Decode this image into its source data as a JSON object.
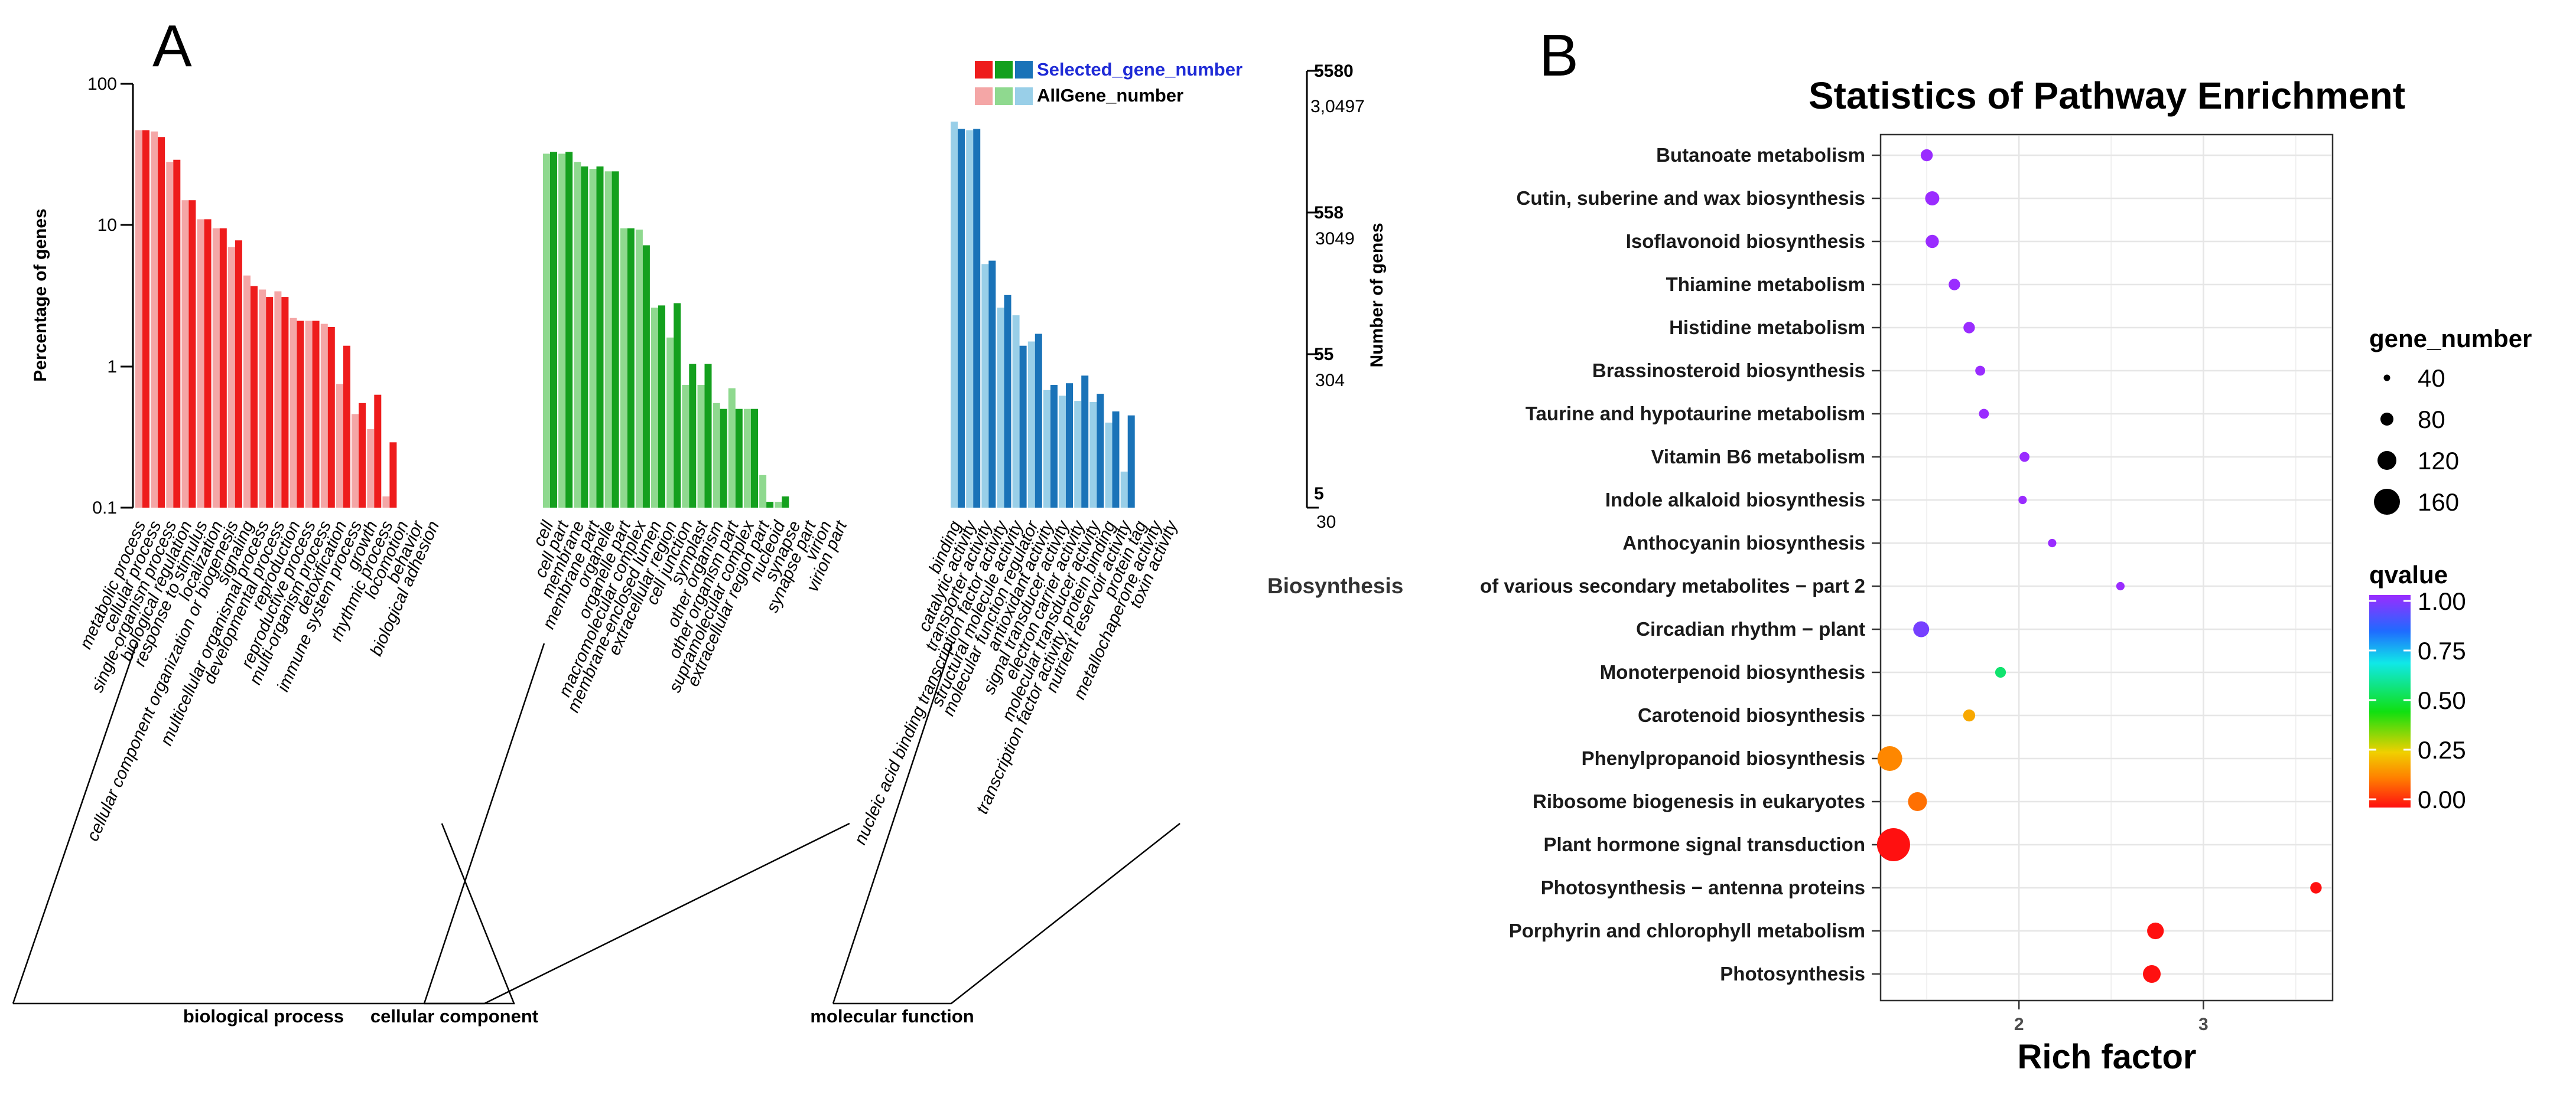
{
  "panel_a": {
    "label": "A",
    "y_left_label": "Percentage of genes",
    "y_right_label": "Number of genes",
    "left_ticks": [
      "100",
      "10",
      "1",
      "0.1"
    ],
    "right_ticks_selected": [
      "5580",
      "558",
      "55",
      "5"
    ],
    "right_ticks_all": [
      "3,0497",
      "3049",
      "304",
      "30"
    ],
    "legend": {
      "selected": "Selected_gene_number",
      "all": "AllGene_number"
    },
    "stray_label": "Biosynthesis",
    "colors": {
      "bp_all": "#f4a6a6",
      "bp_sel": "#ee1c1c",
      "cc_all": "#8fd98f",
      "cc_sel": "#14a01e",
      "mf_all": "#99cfe8",
      "mf_sel": "#1a73b8",
      "selected_tick": "#1f2bd6"
    }
  },
  "chart_data": [
    {
      "type": "bar",
      "title": "",
      "xlabel": "",
      "ylabel": "Percentage of genes",
      "ylabel_right": "Number of genes",
      "y_scale": "log",
      "ylim": [
        0.1,
        100
      ],
      "legend_position": "top-right",
      "groups": [
        {
          "name": "biological process",
          "categories": [
            "metabolic process",
            "cellular process",
            "single-organism process",
            "biological regulation",
            "response to stimulus",
            "localization",
            "cellular component organization or biogenesis",
            "signaling",
            "multicellular organismal process",
            "developmental process",
            "reproduction",
            "reproductive process",
            "multi-organism process",
            "detoxification",
            "immune system process",
            "growth",
            "rhythmic process",
            "locomotion",
            "behavior",
            "biological adhesion"
          ],
          "series": [
            {
              "name": "AllGene_number",
              "values": [
                47,
                46,
                28,
                15,
                11,
                9.5,
                7,
                4.4,
                3.5,
                3.4,
                2.2,
                2.1,
                2.0,
                0.75,
                0.46,
                0.36,
                0.12,
                null,
                null,
                null
              ]
            },
            {
              "name": "Selected_gene_number",
              "values": [
                47,
                42,
                29,
                15,
                11,
                9.5,
                7.8,
                3.7,
                3.1,
                3.1,
                2.1,
                2.1,
                1.9,
                1.4,
                0.55,
                0.63,
                0.29,
                null,
                null,
                null
              ]
            }
          ]
        },
        {
          "name": "cellular component",
          "categories": [
            "cell",
            "cell part",
            "membrane",
            "membrane part",
            "organelle",
            "organelle part",
            "macromolecular complex",
            "membrane-enclosed lumen",
            "extracellular region",
            "cell junction",
            "symplast",
            "other organism",
            "other organism part",
            "supramolecular complex",
            "extracellular region part",
            "nucleoid",
            "synapse",
            "synapse part",
            "virion",
            "virion part"
          ],
          "series": [
            {
              "name": "AllGene_number",
              "values": [
                32,
                32,
                28,
                25,
                24,
                9.5,
                9.3,
                2.6,
                1.6,
                0.74,
                0.74,
                0.55,
                0.7,
                0.5,
                0.17,
                0.11,
                null,
                null,
                null,
                null
              ]
            },
            {
              "name": "Selected_gene_number",
              "values": [
                33,
                33,
                26,
                26,
                24,
                9.5,
                7.2,
                2.7,
                2.8,
                1.04,
                1.04,
                0.5,
                0.5,
                0.5,
                0.11,
                0.12,
                null,
                null,
                null,
                null
              ]
            }
          ]
        },
        {
          "name": "molecular function",
          "categories": [
            "binding",
            "catalytic activity",
            "transporter activity",
            "nucleic acid binding transcription factor activity",
            "structural molecule activity",
            "molecular function regulator",
            "antioxidant activity",
            "signal transducer activity",
            "electron carrier activity",
            "molecular transducer activity",
            "transcription factor activity, protein binding",
            "nutrient reservoir activity",
            "protein tag",
            "metallochaperone activity",
            "toxin activity"
          ],
          "series": [
            {
              "name": "AllGene_number",
              "values": [
                54,
                47,
                5.3,
                2.6,
                2.3,
                1.5,
                0.68,
                0.62,
                0.57,
                0.56,
                0.4,
                0.18,
                null,
                null,
                null
              ]
            },
            {
              "name": "Selected_gene_number",
              "values": [
                48,
                48,
                5.6,
                3.2,
                1.4,
                1.7,
                0.74,
                0.76,
                0.86,
                0.64,
                0.48,
                0.45,
                null,
                null,
                null
              ]
            }
          ]
        }
      ]
    },
    {
      "type": "scatter",
      "title": "Statistics of Pathway Enrichment",
      "xlabel": "Rich factor",
      "ylabel": "",
      "xlim": [
        1.25,
        3.7
      ],
      "xticks": [
        2,
        3
      ],
      "grid": true,
      "legend_position": "right",
      "size_legend": {
        "title": "gene_number",
        "values": [
          40,
          80,
          120,
          160
        ]
      },
      "color_legend": {
        "title": "qvalue",
        "values": [
          "1.00",
          "0.75",
          "0.50",
          "0.25",
          "0.00"
        ],
        "stops": [
          "#9a2cff",
          "#1f6bff",
          "#10e8e8",
          "#10e010",
          "#f0d000",
          "#ff8000",
          "#ff1010"
        ]
      },
      "points": [
        {
          "label": "Butanoate metabolism",
          "x": 1.5,
          "size": 12,
          "qvalue": 1.0
        },
        {
          "label": "Cutin, suberine and wax biosynthesis",
          "x": 1.53,
          "size": 20,
          "qvalue": 1.0
        },
        {
          "label": "Isoflavonoid biosynthesis",
          "x": 1.53,
          "size": 16,
          "qvalue": 1.0
        },
        {
          "label": "Thiamine metabolism",
          "x": 1.65,
          "size": 10,
          "qvalue": 1.0
        },
        {
          "label": "Histidine metabolism",
          "x": 1.73,
          "size": 10,
          "qvalue": 1.0
        },
        {
          "label": "Brassinosteroid biosynthesis",
          "x": 1.79,
          "size": 6,
          "qvalue": 1.0
        },
        {
          "label": "Taurine and hypotaurine metabolism",
          "x": 1.81,
          "size": 6,
          "qvalue": 1.0
        },
        {
          "label": "Vitamin B6 metabolism",
          "x": 2.03,
          "size": 6,
          "qvalue": 1.0
        },
        {
          "label": "Indole alkaloid biosynthesis",
          "x": 2.02,
          "size": 3,
          "qvalue": 1.0
        },
        {
          "label": "Anthocyanin biosynthesis",
          "x": 2.18,
          "size": 3,
          "qvalue": 1.0
        },
        {
          "label": "of various secondary metabolites − part 2",
          "x": 2.55,
          "size": 3,
          "qvalue": 1.0
        },
        {
          "label": "Circadian rhythm − plant",
          "x": 1.47,
          "size": 28,
          "qvalue": 0.95
        },
        {
          "label": "Monoterpenoid biosynthesis",
          "x": 1.9,
          "size": 8,
          "qvalue": 0.55
        },
        {
          "label": "Carotenoid biosynthesis",
          "x": 1.73,
          "size": 12,
          "qvalue": 0.2
        },
        {
          "label": "Phenylpropanoid biosynthesis",
          "x": 1.3,
          "size": 90,
          "qvalue": 0.15
        },
        {
          "label": "Ribosome biogenesis in eukaryotes",
          "x": 1.45,
          "size": 45,
          "qvalue": 0.12
        },
        {
          "label": "Plant hormone signal transduction",
          "x": 1.32,
          "size": 180,
          "qvalue": 0.0
        },
        {
          "label": "Photosynthesis − antenna proteins",
          "x": 3.61,
          "size": 10,
          "qvalue": 0.0
        },
        {
          "label": "Porphyrin and chlorophyll metabolism",
          "x": 2.74,
          "size": 32,
          "qvalue": 0.0
        },
        {
          "label": "Photosynthesis",
          "x": 2.72,
          "size": 38,
          "qvalue": 0.0
        }
      ]
    }
  ],
  "panel_b": {
    "label": "B"
  }
}
